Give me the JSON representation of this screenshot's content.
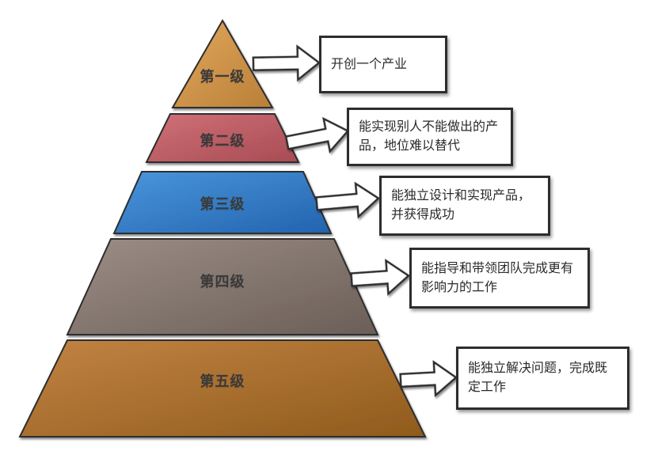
{
  "diagram": {
    "type": "pyramid",
    "background_color": "#ffffff",
    "outline_color": "#2d2d2d",
    "label_color": "#3a3a3a",
    "arrow_fill": "#ffffff",
    "levels": [
      {
        "label": "第一级",
        "description": "开创一个产业",
        "color_top": "#e2a85e",
        "color_bottom": "#ba7f37"
      },
      {
        "label": "第二级",
        "description": "能实现别人不能做出的产品，地位难以替代",
        "color_top": "#d07178",
        "color_bottom": "#a84b53"
      },
      {
        "label": "第三级",
        "description": "能独立设计和实现产品，并获得成功",
        "color_top": "#4a96dc",
        "color_bottom": "#2263ae"
      },
      {
        "label": "第四级",
        "description": "能指导和带领团队完成更有影响力的工作",
        "color_top": "#9c8e86",
        "color_bottom": "#6b5e57"
      },
      {
        "label": "第五级",
        "description": "能独立解决问题，完成既定工作",
        "color_top": "#c28343",
        "color_bottom": "#8f5b1c"
      }
    ]
  }
}
